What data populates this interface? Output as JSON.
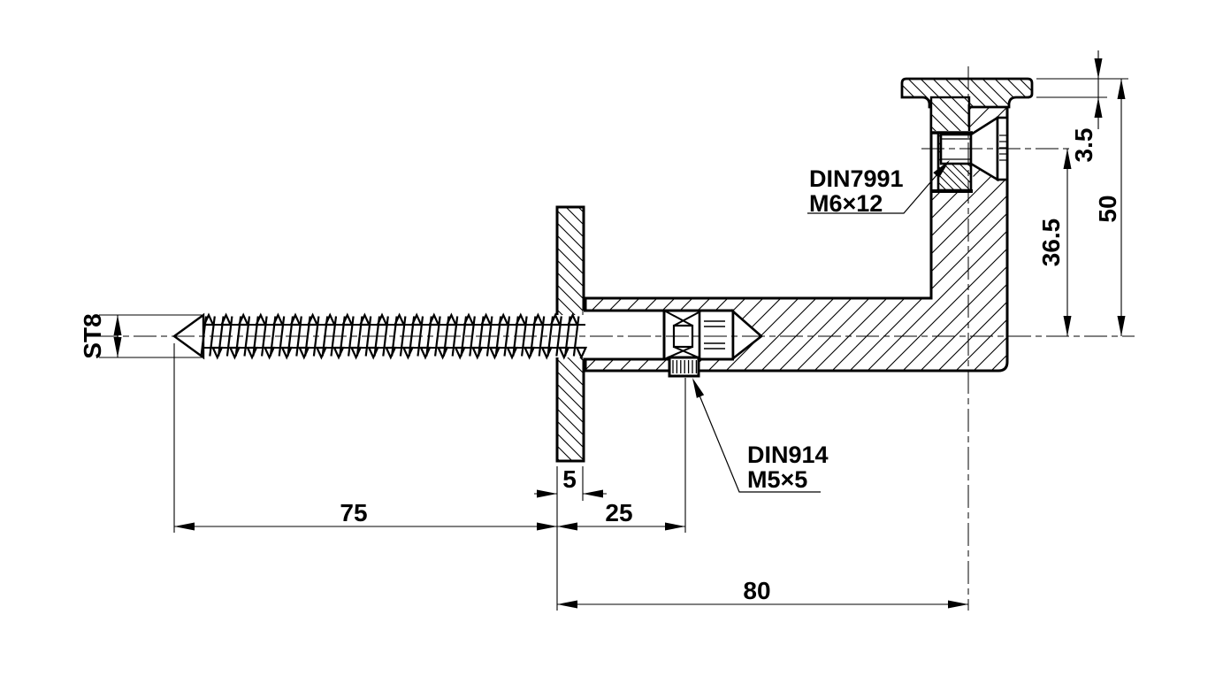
{
  "drawing": {
    "type": "technical-cross-section",
    "units_implied": "mm",
    "part_labels": [
      {
        "id": "countersunk-screw-callout",
        "line1": "DIN7991",
        "line2": "M6×12"
      },
      {
        "id": "set-screw-callout",
        "line1": "DIN914",
        "line2": "M5×5"
      }
    ],
    "dimensions": {
      "thread_size": "ST8",
      "screw_length": "75",
      "plate_thickness": "5",
      "setscrew_offset": "25",
      "bracket_length": "80",
      "flange_thickness": "3.5",
      "axis_to_axis": "36.5",
      "bracket_height": "50"
    }
  },
  "colors": {
    "line": "#000000",
    "background": "#ffffff"
  }
}
